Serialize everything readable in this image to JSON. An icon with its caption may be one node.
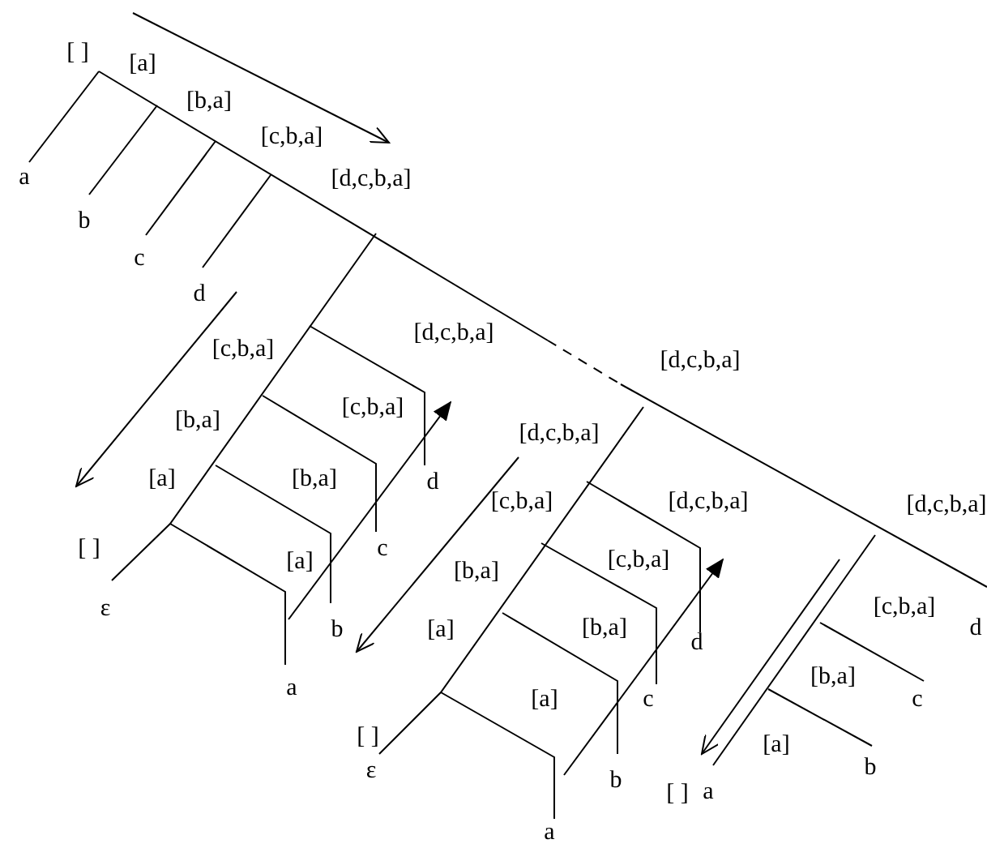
{
  "diagram": {
    "labels": [
      "[ ]",
      "[a]",
      "[b,a]",
      "[c,b,a]",
      "[d,c,b,a]",
      "a",
      "b",
      "c",
      "d",
      "[d,c,b,a]",
      "[d,c,b,a]",
      "[c,b,a]",
      "[c,b,a]",
      "[b,a]",
      "[b,a]",
      "[a]",
      "d",
      "[ ]",
      "[a]",
      "c",
      "ε",
      "b",
      "a",
      "[d,c,b,a]",
      "[d,c,b,a]",
      "[d,c,b,a]",
      "[c,b,a]",
      "[c,b,a]",
      "[b,a]",
      "[b,a]",
      "[c,b,a]",
      "d",
      "[a]",
      "d",
      "[a]",
      "[b,a]",
      "c",
      "[ ]",
      "c",
      "ε",
      "[a]",
      "b",
      "b",
      "[ ]",
      "a",
      "a"
    ]
  }
}
